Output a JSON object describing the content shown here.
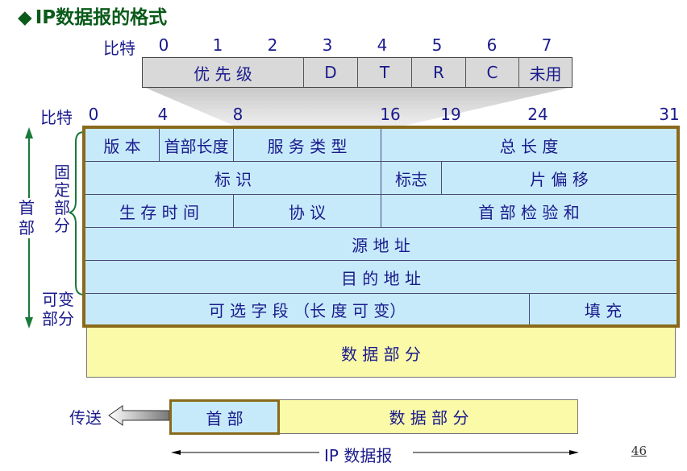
{
  "title": "IP数据报的格式",
  "tos_bits": {
    "label": "比特",
    "numbers": [
      "0",
      "1",
      "2",
      "3",
      "4",
      "5",
      "6",
      "7"
    ],
    "fields": [
      "优 先 级",
      "D",
      "T",
      "R",
      "C",
      "未用"
    ]
  },
  "header_bits": {
    "label": "比特",
    "numbers": [
      "0",
      "4",
      "8",
      "16",
      "19",
      "24",
      "31"
    ]
  },
  "side_labels": {
    "header": "首部",
    "fixed": "固定部分",
    "variable_line1": "可变",
    "variable_line2": "部分"
  },
  "rows": {
    "r1": [
      "版 本",
      "首部长度",
      "服 务 类 型",
      "总  长  度"
    ],
    "r2": [
      "标   识",
      "标志",
      "片 偏 移"
    ],
    "r3": [
      "生 存 时 间",
      "协  议",
      "首  部  检  验  和"
    ],
    "r4": "源 地 址",
    "r5": "目 的 地 址",
    "r6": [
      "可  选  字  段  （长  度  可  变）",
      "填   充"
    ]
  },
  "data_part": "数    据    部    分",
  "bottom": {
    "send": "传送",
    "header": "首 部",
    "data": "数   据   部   分",
    "datagram": "IP 数据报"
  },
  "page_number": "46",
  "colors": {
    "header_fill": "#c6eafa",
    "data_fill": "#fafaa8",
    "frame": "#8a6a1a",
    "tos_fill": "#d9d9d9",
    "text": "#1a1a8c",
    "title": "#0a5a1a"
  }
}
